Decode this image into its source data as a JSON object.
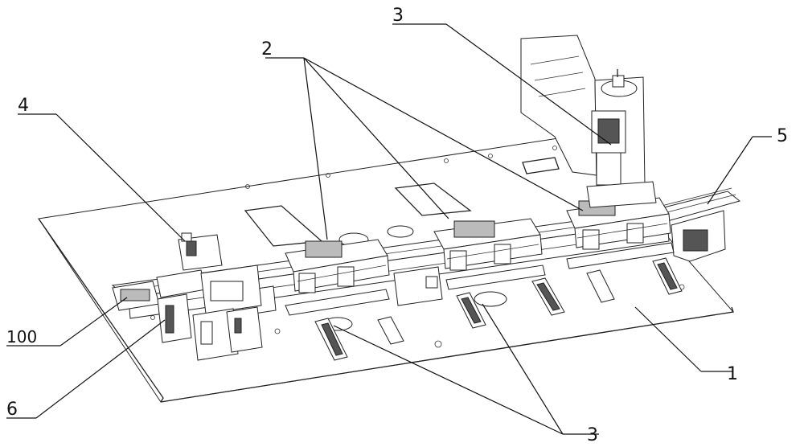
{
  "diagram": {
    "labels": [
      {
        "id": "label-1",
        "text": "1"
      },
      {
        "id": "label-2",
        "text": "2"
      },
      {
        "id": "label-3-top",
        "text": "3"
      },
      {
        "id": "label-3-bottom",
        "text": "3"
      },
      {
        "id": "label-4",
        "text": "4"
      },
      {
        "id": "label-5",
        "text": "5"
      },
      {
        "id": "label-6",
        "text": "6"
      },
      {
        "id": "label-100",
        "text": "100"
      }
    ],
    "colors": {
      "line": "#222222",
      "background": "#ffffff"
    }
  }
}
